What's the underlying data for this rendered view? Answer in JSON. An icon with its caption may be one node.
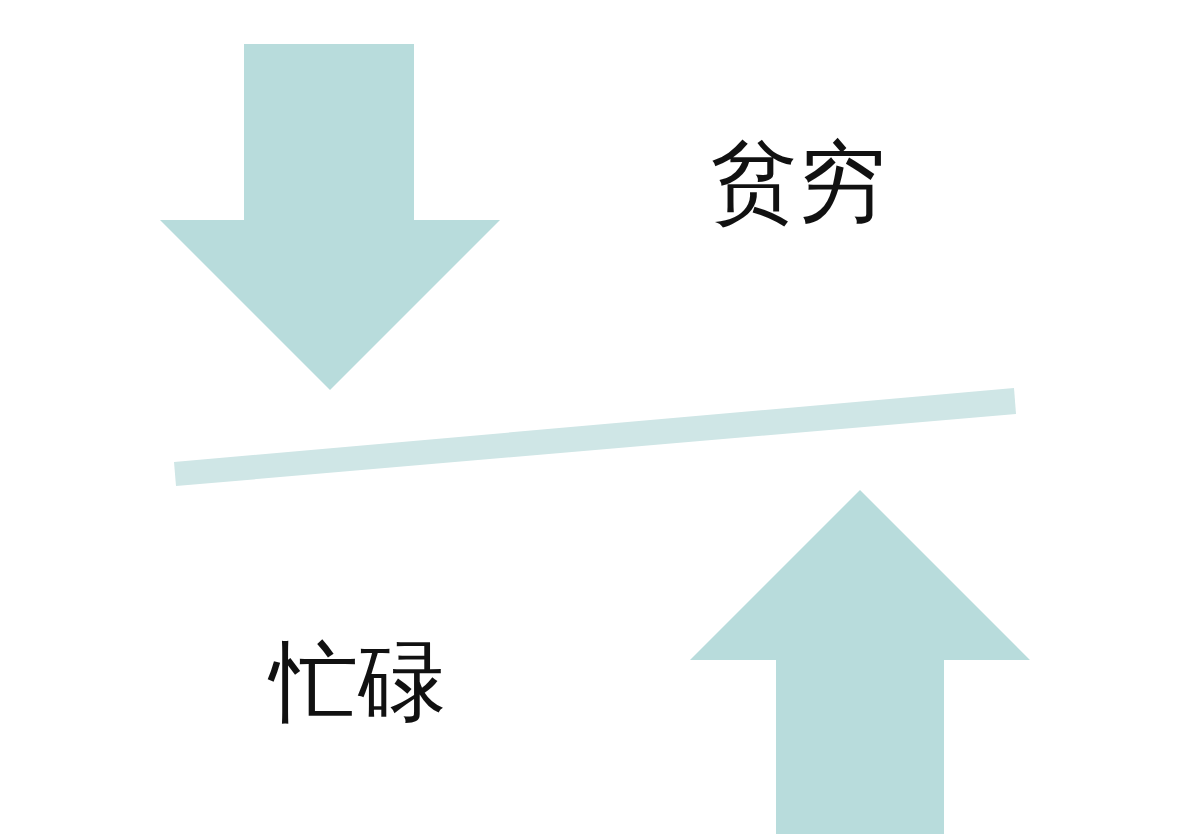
{
  "diagram": {
    "nodes": [
      {
        "text": [],
        "shape": "bar"
      }
    ],
    "labels": [
      "贫穷",
      "忙碌"
    ]
  }
}
